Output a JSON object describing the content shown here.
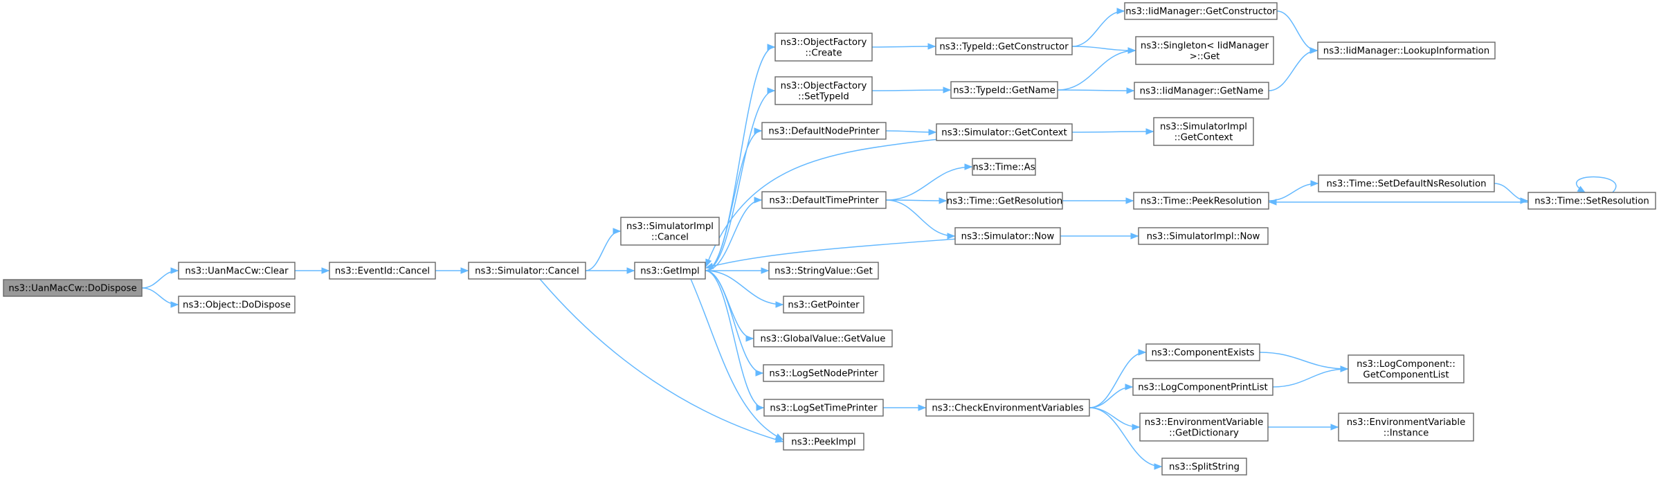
{
  "nodes": [
    {
      "id": "dodispose_uan",
      "lines": [
        "ns3::UanMacCw::DoDispose"
      ],
      "root": true
    },
    {
      "id": "clear",
      "lines": [
        "ns3::UanMacCw::Clear"
      ]
    },
    {
      "id": "obj_dodispose",
      "lines": [
        "ns3::Object::DoDispose"
      ]
    },
    {
      "id": "eventid_cancel",
      "lines": [
        "ns3::EventId::Cancel"
      ]
    },
    {
      "id": "sim_cancel",
      "lines": [
        "ns3::Simulator::Cancel"
      ]
    },
    {
      "id": "simimpl_cancel",
      "lines": [
        "ns3::SimulatorImpl",
        "::Cancel"
      ]
    },
    {
      "id": "getimpl",
      "lines": [
        "ns3::GetImpl"
      ]
    },
    {
      "id": "peekimpl",
      "lines": [
        "ns3::PeekImpl"
      ]
    },
    {
      "id": "of_create",
      "lines": [
        "ns3::ObjectFactory",
        "::Create"
      ]
    },
    {
      "id": "of_settypeid",
      "lines": [
        "ns3::ObjectFactory",
        "::SetTypeId"
      ]
    },
    {
      "id": "defaultnodeprinter",
      "lines": [
        "ns3::DefaultNodePrinter"
      ]
    },
    {
      "id": "defaulttimeprinter",
      "lines": [
        "ns3::DefaultTimePrinter"
      ]
    },
    {
      "id": "stringvalue_get",
      "lines": [
        "ns3::StringValue::Get"
      ]
    },
    {
      "id": "getpointer",
      "lines": [
        "ns3::GetPointer"
      ]
    },
    {
      "id": "globalvalue_getvalue",
      "lines": [
        "ns3::GlobalValue::GetValue"
      ]
    },
    {
      "id": "logsetnodeprinter",
      "lines": [
        "ns3::LogSetNodePrinter"
      ]
    },
    {
      "id": "logsettimeprinter",
      "lines": [
        "ns3::LogSetTimePrinter"
      ]
    },
    {
      "id": "typeid_getconstructor",
      "lines": [
        "ns3::TypeId::GetConstructor"
      ]
    },
    {
      "id": "typeid_getname",
      "lines": [
        "ns3::TypeId::GetName"
      ]
    },
    {
      "id": "sim_getcontext",
      "lines": [
        "ns3::Simulator::GetContext"
      ]
    },
    {
      "id": "time_as",
      "lines": [
        "ns3::Time::As"
      ]
    },
    {
      "id": "time_getresolution",
      "lines": [
        "ns3::Time::GetResolution"
      ]
    },
    {
      "id": "sim_now",
      "lines": [
        "ns3::Simulator::Now"
      ]
    },
    {
      "id": "checkenv",
      "lines": [
        "ns3::CheckEnvironmentVariables"
      ]
    },
    {
      "id": "iid_getconstructor",
      "lines": [
        "ns3::IidManager::GetConstructor"
      ]
    },
    {
      "id": "singleton_get",
      "lines": [
        "ns3::Singleton< IidManager",
        ">::Get"
      ]
    },
    {
      "id": "iid_getname",
      "lines": [
        "ns3::IidManager::GetName"
      ]
    },
    {
      "id": "simimpl_getcontext",
      "lines": [
        "ns3::SimulatorImpl",
        "::GetContext"
      ]
    },
    {
      "id": "time_peekresolution",
      "lines": [
        "ns3::Time::PeekResolution"
      ]
    },
    {
      "id": "simimpl_now",
      "lines": [
        "ns3::SimulatorImpl::Now"
      ]
    },
    {
      "id": "componentexists",
      "lines": [
        "ns3::ComponentExists"
      ]
    },
    {
      "id": "logcomponentprintlist",
      "lines": [
        "ns3::LogComponentPrintList"
      ]
    },
    {
      "id": "envvar_getdictionary",
      "lines": [
        "ns3::EnvironmentVariable",
        "::GetDictionary"
      ]
    },
    {
      "id": "splitstring",
      "lines": [
        "ns3::SplitString"
      ]
    },
    {
      "id": "iid_lookupinformation",
      "lines": [
        "ns3::IidManager::LookupInformation"
      ]
    },
    {
      "id": "time_setdefaultnsresolution",
      "lines": [
        "ns3::Time::SetDefaultNsResolution"
      ]
    },
    {
      "id": "time_setresolution",
      "lines": [
        "ns3::Time::SetResolution"
      ]
    },
    {
      "id": "logcomponent_getcomponentlist",
      "lines": [
        "ns3::LogComponent::",
        "GetComponentList"
      ]
    },
    {
      "id": "envvar_instance",
      "lines": [
        "ns3::EnvironmentVariable",
        "::Instance"
      ]
    }
  ],
  "edges": [
    {
      "from": "dodispose_uan",
      "to": "clear"
    },
    {
      "from": "dodispose_uan",
      "to": "obj_dodispose"
    },
    {
      "from": "clear",
      "to": "eventid_cancel"
    },
    {
      "from": "eventid_cancel",
      "to": "sim_cancel"
    },
    {
      "from": "sim_cancel",
      "to": "simimpl_cancel"
    },
    {
      "from": "sim_cancel",
      "to": "getimpl"
    },
    {
      "from": "sim_cancel",
      "to": "peekimpl"
    },
    {
      "from": "getimpl",
      "to": "of_create"
    },
    {
      "from": "getimpl",
      "to": "of_settypeid"
    },
    {
      "from": "getimpl",
      "to": "defaultnodeprinter"
    },
    {
      "from": "getimpl",
      "to": "defaulttimeprinter"
    },
    {
      "from": "getimpl",
      "to": "stringvalue_get"
    },
    {
      "from": "getimpl",
      "to": "getpointer"
    },
    {
      "from": "getimpl",
      "to": "globalvalue_getvalue"
    },
    {
      "from": "getimpl",
      "to": "logsetnodeprinter"
    },
    {
      "from": "getimpl",
      "to": "logsettimeprinter"
    },
    {
      "from": "getimpl",
      "to": "peekimpl"
    },
    {
      "from": "of_create",
      "to": "typeid_getconstructor"
    },
    {
      "from": "of_settypeid",
      "to": "typeid_getname"
    },
    {
      "from": "defaultnodeprinter",
      "to": "sim_getcontext"
    },
    {
      "from": "defaulttimeprinter",
      "to": "time_as"
    },
    {
      "from": "defaulttimeprinter",
      "to": "time_getresolution"
    },
    {
      "from": "defaulttimeprinter",
      "to": "sim_now"
    },
    {
      "from": "sim_getcontext",
      "to": "getimpl"
    },
    {
      "from": "sim_now",
      "to": "getimpl"
    },
    {
      "from": "logsettimeprinter",
      "to": "checkenv"
    },
    {
      "from": "typeid_getconstructor",
      "to": "iid_getconstructor"
    },
    {
      "from": "typeid_getconstructor",
      "to": "singleton_get"
    },
    {
      "from": "typeid_getname",
      "to": "singleton_get"
    },
    {
      "from": "typeid_getname",
      "to": "iid_getname"
    },
    {
      "from": "sim_getcontext",
      "to": "simimpl_getcontext"
    },
    {
      "from": "time_getresolution",
      "to": "time_peekresolution"
    },
    {
      "from": "sim_now",
      "to": "simimpl_now"
    },
    {
      "from": "checkenv",
      "to": "componentexists"
    },
    {
      "from": "checkenv",
      "to": "logcomponentprintlist"
    },
    {
      "from": "checkenv",
      "to": "envvar_getdictionary"
    },
    {
      "from": "checkenv",
      "to": "splitstring"
    },
    {
      "from": "iid_getconstructor",
      "to": "iid_lookupinformation"
    },
    {
      "from": "iid_getname",
      "to": "iid_lookupinformation"
    },
    {
      "from": "time_peekresolution",
      "to": "time_setdefaultnsresolution"
    },
    {
      "from": "time_setdefaultnsresolution",
      "to": "time_setresolution"
    },
    {
      "from": "time_setresolution",
      "to": "time_peekresolution"
    },
    {
      "from": "time_setresolution",
      "to": "time_setresolution"
    },
    {
      "from": "componentexists",
      "to": "logcomponent_getcomponentlist"
    },
    {
      "from": "logcomponentprintlist",
      "to": "logcomponent_getcomponentlist"
    },
    {
      "from": "envvar_getdictionary",
      "to": "envvar_instance"
    }
  ]
}
